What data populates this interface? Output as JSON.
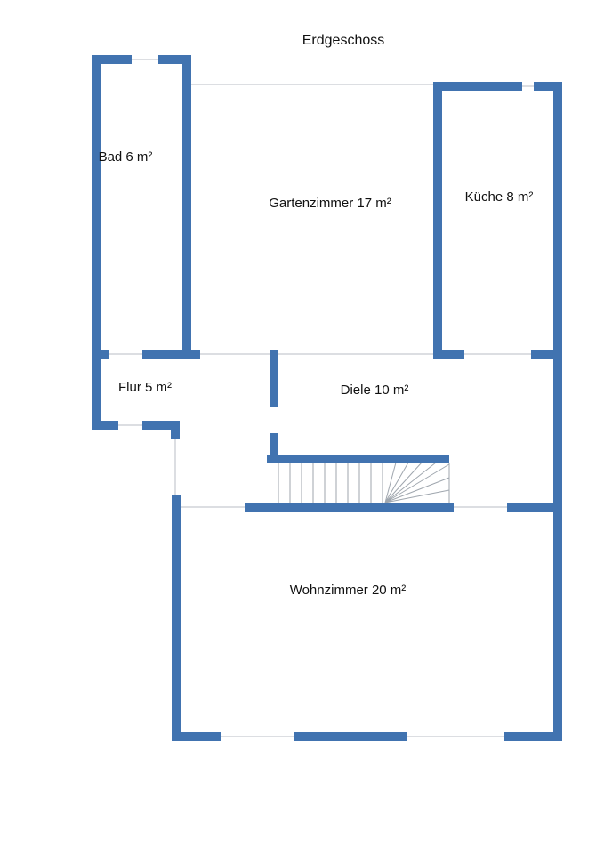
{
  "title": "Erdgeschoss",
  "rooms": {
    "bad": {
      "label": "Bad 6 m²"
    },
    "gartenzimmer": {
      "label": "Gartenzimmer 17 m²"
    },
    "kueche": {
      "label": "Küche 8 m²"
    },
    "flur": {
      "label": "Flur 5 m²"
    },
    "diele": {
      "label": "Diele 10 m²"
    },
    "wohnzimmer": {
      "label": "Wohnzimmer 20 m²"
    }
  },
  "colors": {
    "wall": "#4173b0",
    "thin_line": "#b8bec6",
    "stair_line": "#9fa6ae",
    "text": "#111111",
    "background": "#ffffff"
  }
}
